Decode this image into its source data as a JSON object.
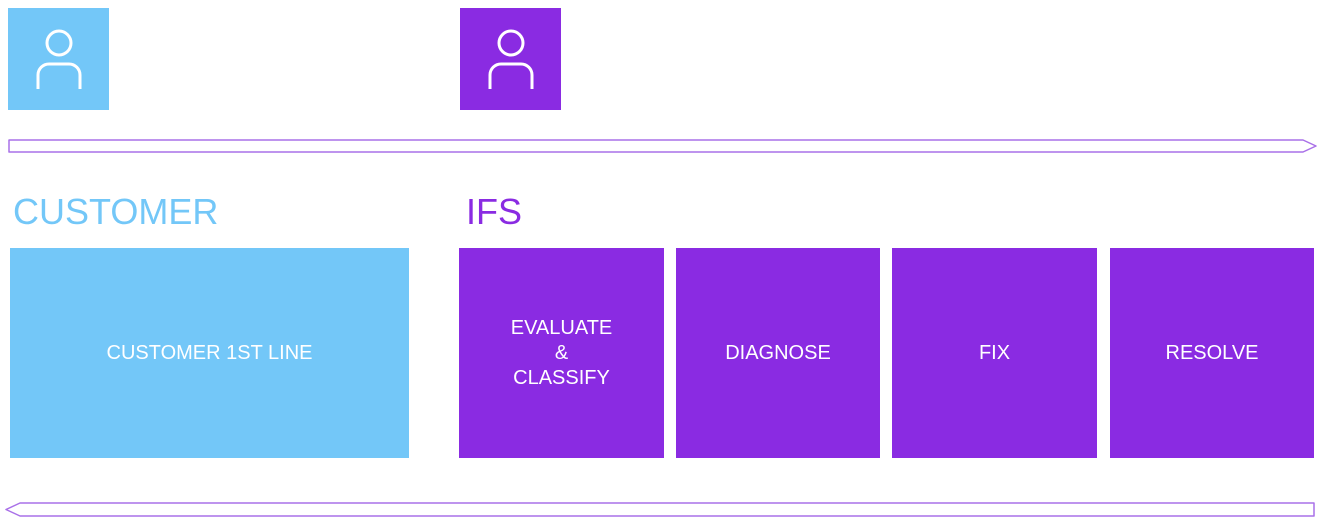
{
  "colors": {
    "customer": "#73c7f8",
    "ifs": "#8a2be2",
    "arrow_stroke": "#a970e8",
    "box_text": "#ffffff"
  },
  "roles": {
    "customer": {
      "icon": "user-icon",
      "heading": "CUSTOMER"
    },
    "ifs": {
      "icon": "user-icon",
      "heading": "IFS"
    }
  },
  "steps": {
    "customer_first_line": "CUSTOMER  1ST LINE",
    "evaluate": "EVALUATE\n&\nCLASSIFY",
    "diagnose": "DIAGNOSE",
    "fix": "FIX",
    "resolve": "RESOLVE"
  },
  "arrows": {
    "forward": "right-arrow",
    "back": "left-arrow"
  }
}
